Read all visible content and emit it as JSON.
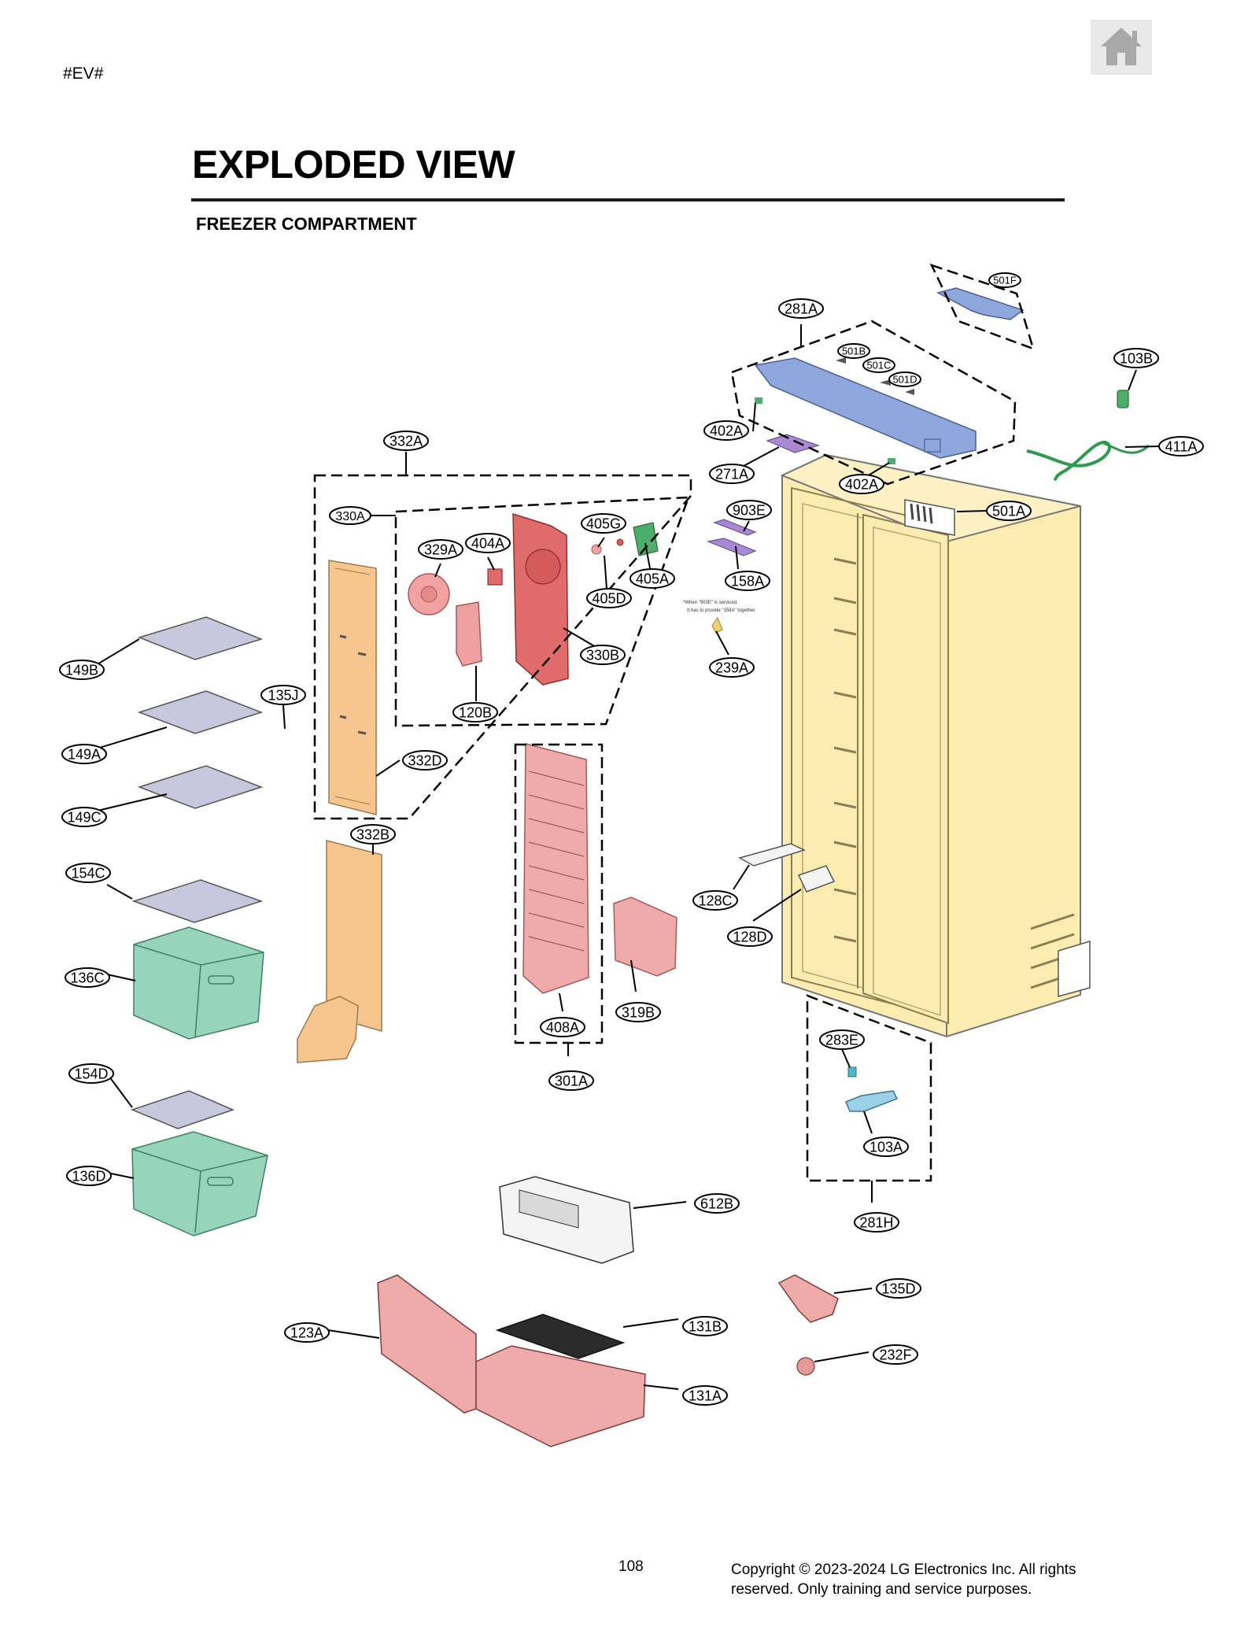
{
  "doc_tag": "#EV#",
  "nav": {
    "home_icon": "home-icon"
  },
  "title": "EXPLODED VIEW",
  "subtitle": "FREEZER COMPARTMENT",
  "note": [
    "*When \"903E\" is serviced,",
    "It has to provide \"158A\" together."
  ],
  "labels": {
    "501F": "501F",
    "281A": "281A",
    "501B": "501B",
    "501C": "501C",
    "501D": "501D",
    "103B": "103B",
    "402A": "402A",
    "402A_2": "402A",
    "411A": "411A",
    "332A": "332A",
    "271A": "271A",
    "330A": "330A",
    "903E": "903E",
    "501A": "501A",
    "405G": "405G",
    "329A": "329A",
    "404A": "404A",
    "405A": "405A",
    "405D": "405D",
    "158A": "158A",
    "330B": "330B",
    "239A": "239A",
    "149B": "149B",
    "135J": "135J",
    "120B": "120B",
    "149A": "149A",
    "332D": "332D",
    "149C": "149C",
    "332B": "332B",
    "154C": "154C",
    "128C": "128C",
    "128D": "128D",
    "136C": "136C",
    "319B": "319B",
    "408A": "408A",
    "283E": "283E",
    "301A": "301A",
    "154D": "154D",
    "103A": "103A",
    "136D": "136D",
    "612B": "612B",
    "281H": "281H",
    "135D": "135D",
    "131B": "131B",
    "123A": "123A",
    "232F": "232F",
    "131A": "131A"
  },
  "colors": {
    "cabinet": "#fcecb0",
    "blue": "#8ea8de",
    "orange": "#f7c68e",
    "red": "#e06b6b",
    "pink": "#efaaaa",
    "green": "#97d4bc",
    "shelf": "#c7c7de",
    "purple": "#a98ad2",
    "darkgreen": "#2f9a4d",
    "cyan": "#9cd0e6",
    "white": "#f4f4f4"
  },
  "footer": {
    "page": "108",
    "copyright_line1": "Copyright © 2023-2024 LG Electronics Inc. All rights",
    "copyright_line2": "reserved. Only training and service purposes."
  }
}
